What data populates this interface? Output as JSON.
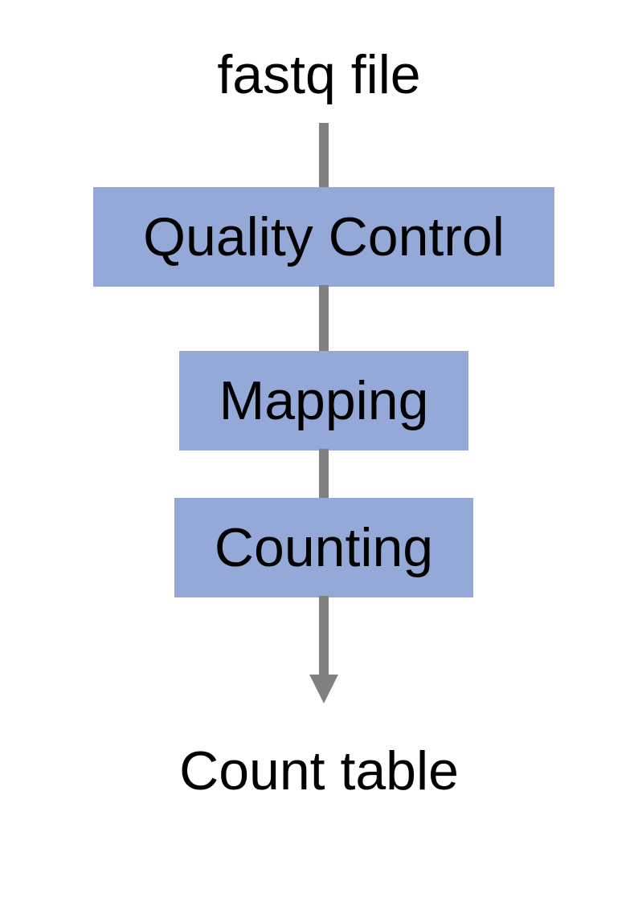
{
  "colors": {
    "box_fill": "#94a9d7",
    "connector": "#808080",
    "text": "#000000",
    "background": "#ffffff"
  },
  "input": {
    "label": "fastq file"
  },
  "steps": [
    {
      "label": "Quality Control"
    },
    {
      "label": "Mapping"
    },
    {
      "label": "Counting"
    }
  ],
  "output": {
    "label": "Count table"
  }
}
